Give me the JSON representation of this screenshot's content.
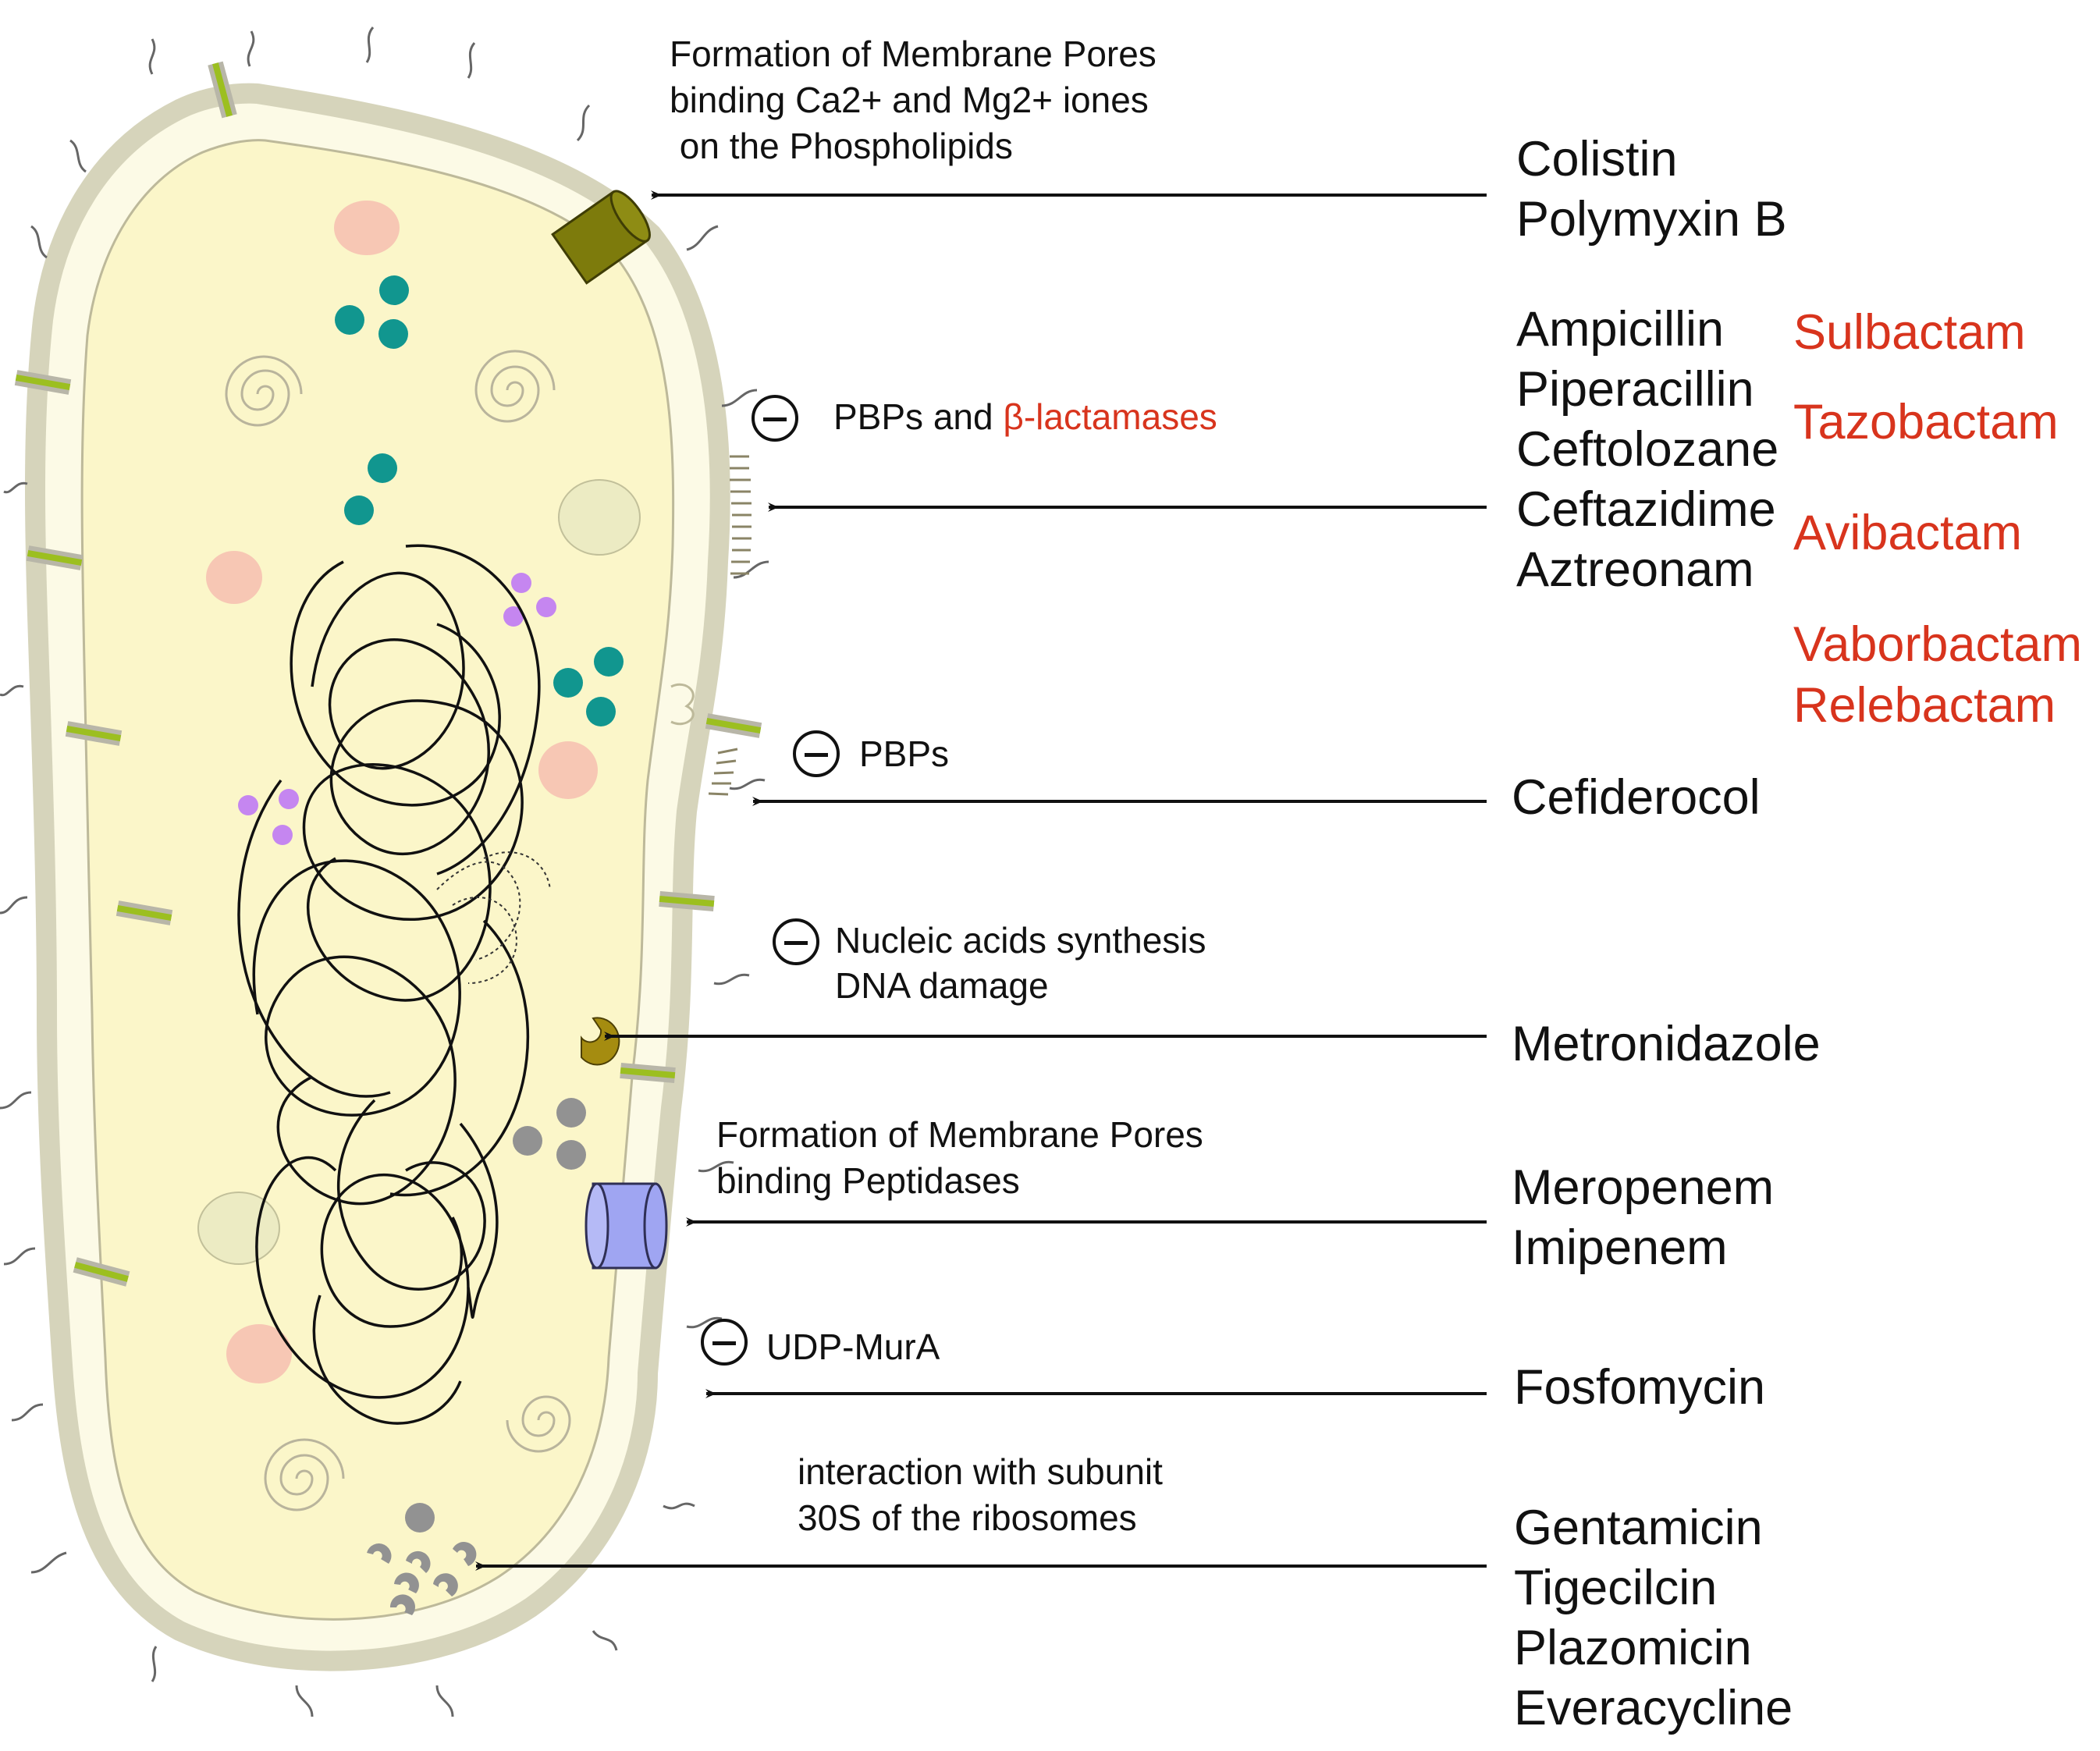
{
  "colors": {
    "cytoplasm": "#fbf6c9",
    "membrane": "#d8d6c0",
    "pore_green": "#7d7b0c",
    "pore_blue": "#9fa5f2",
    "accent_red": "#d8341d",
    "teal_granule": "#11968f",
    "pink_body": "#f7c7b4",
    "purple_dot": "#c586f0",
    "grey_ribosome": "#929292",
    "porin_green": "#9cbf20"
  },
  "annotations": {
    "colistin_mechanism": [
      "Formation of Membrane Pores",
      "binding Ca2+ and Mg2+ iones",
      " on the Phospholipids"
    ],
    "betalactam_target_prefix": "PBPs and ",
    "betalactam_target_red": "β-lactamases",
    "cefiderocol_target": "PBPs",
    "metronidazole_mechanism": [
      "Nucleic acids synthesis",
      "DNA damage"
    ],
    "carbapenem_mechanism": [
      "Formation of Membrane Pores",
      "binding Peptidases"
    ],
    "fosfomycin_target": "UDP-MurA",
    "ribosome_mechanism": [
      "interaction with subunit",
      "30S of the ribosomes"
    ]
  },
  "drugs": {
    "polymyxins": [
      "Colistin",
      "Polymyxin B"
    ],
    "betalactams": [
      "Ampicillin",
      "Piperacillin",
      "Ceftolozane",
      "Ceftazidime",
      "Aztreonam"
    ],
    "inhibitors": [
      "Sulbactam",
      "Tazobactam",
      "Avibactam",
      "Vaborbactam",
      "Relebactam"
    ],
    "cefiderocol": "Cefiderocol",
    "metronidazole": "Metronidazole",
    "carbapenems": [
      "Meropenem",
      "Imipenem"
    ],
    "fosfomycin": "Fosfomycin",
    "protein_synthesis": [
      "Gentamicin",
      "Tigecilcin",
      "Plazomicin",
      "Everacycline"
    ]
  }
}
